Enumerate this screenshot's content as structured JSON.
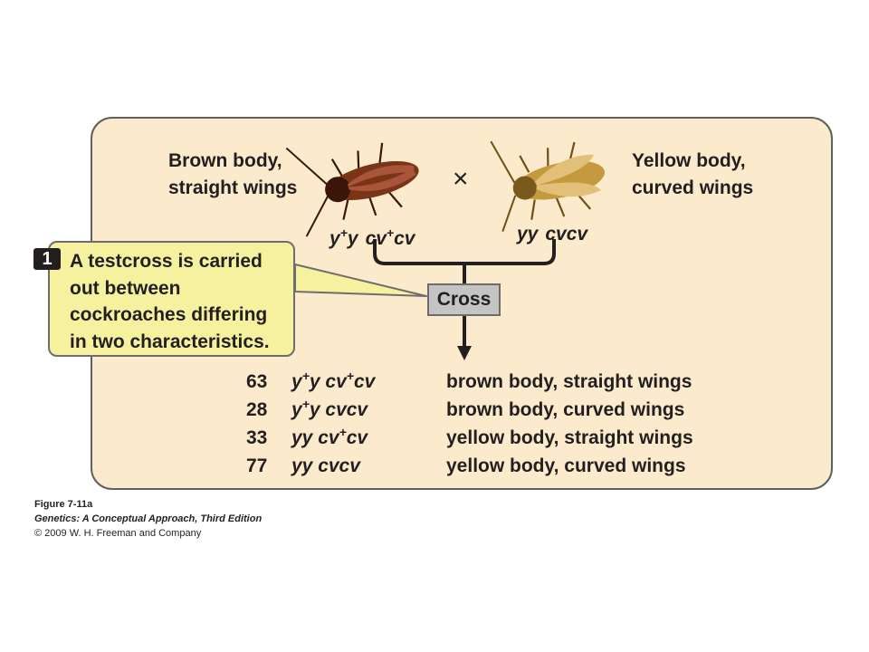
{
  "left_parent": {
    "phenotype_lines": [
      "Brown body,",
      "straight wings"
    ],
    "genotype": [
      {
        "base": "y",
        "sup": "+"
      },
      {
        "base": "y",
        "sup": ""
      },
      {
        "base": "cv",
        "sup": "+"
      },
      {
        "base": "cv",
        "sup": ""
      }
    ],
    "colors": {
      "body": "#7a3417",
      "wing": "#a9553a",
      "dark": "#3b1608"
    }
  },
  "right_parent": {
    "phenotype_lines": [
      "Yellow body,",
      "curved wings"
    ],
    "genotype": [
      {
        "base": "yy",
        "sup": ""
      },
      {
        "base": "cvcv",
        "sup": ""
      }
    ],
    "colors": {
      "body": "#c59a3e",
      "wing": "#e3c07a",
      "dark": "#7a5a1c"
    }
  },
  "cross_symbol": "×",
  "cross_label": "Cross",
  "callout": {
    "step": "1",
    "lines": [
      "A testcross is carried",
      "out between",
      "cockroaches differing",
      "in two characteristics."
    ]
  },
  "offspring": [
    {
      "count": "63",
      "genotype": [
        {
          "base": "y",
          "sup": "+"
        },
        {
          "base": "y cv",
          "sup": "+"
        },
        {
          "base": "cv",
          "sup": ""
        }
      ],
      "phenotype": "brown body, straight wings"
    },
    {
      "count": "28",
      "genotype": [
        {
          "base": "y",
          "sup": "+"
        },
        {
          "base": "y cvcv",
          "sup": ""
        }
      ],
      "phenotype": "brown body, curved wings"
    },
    {
      "count": "33",
      "genotype": [
        {
          "base": "yy cv",
          "sup": "+"
        },
        {
          "base": "cv",
          "sup": ""
        }
      ],
      "phenotype": "yellow body, straight wings"
    },
    {
      "count": "77",
      "genotype": [
        {
          "base": "yy cvcv",
          "sup": ""
        }
      ],
      "phenotype": "yellow body, curved wings"
    }
  ],
  "credit": {
    "figure": "Figure 7-11a",
    "book": "Genetics: A Conceptual Approach, Third Edition",
    "copyright": "© 2009 W. H. Freeman and Company"
  },
  "colors": {
    "panel_bg": "#fbeacb",
    "callout_bg": "#f5f19f",
    "cross_box_bg": "#c4c4c4"
  }
}
